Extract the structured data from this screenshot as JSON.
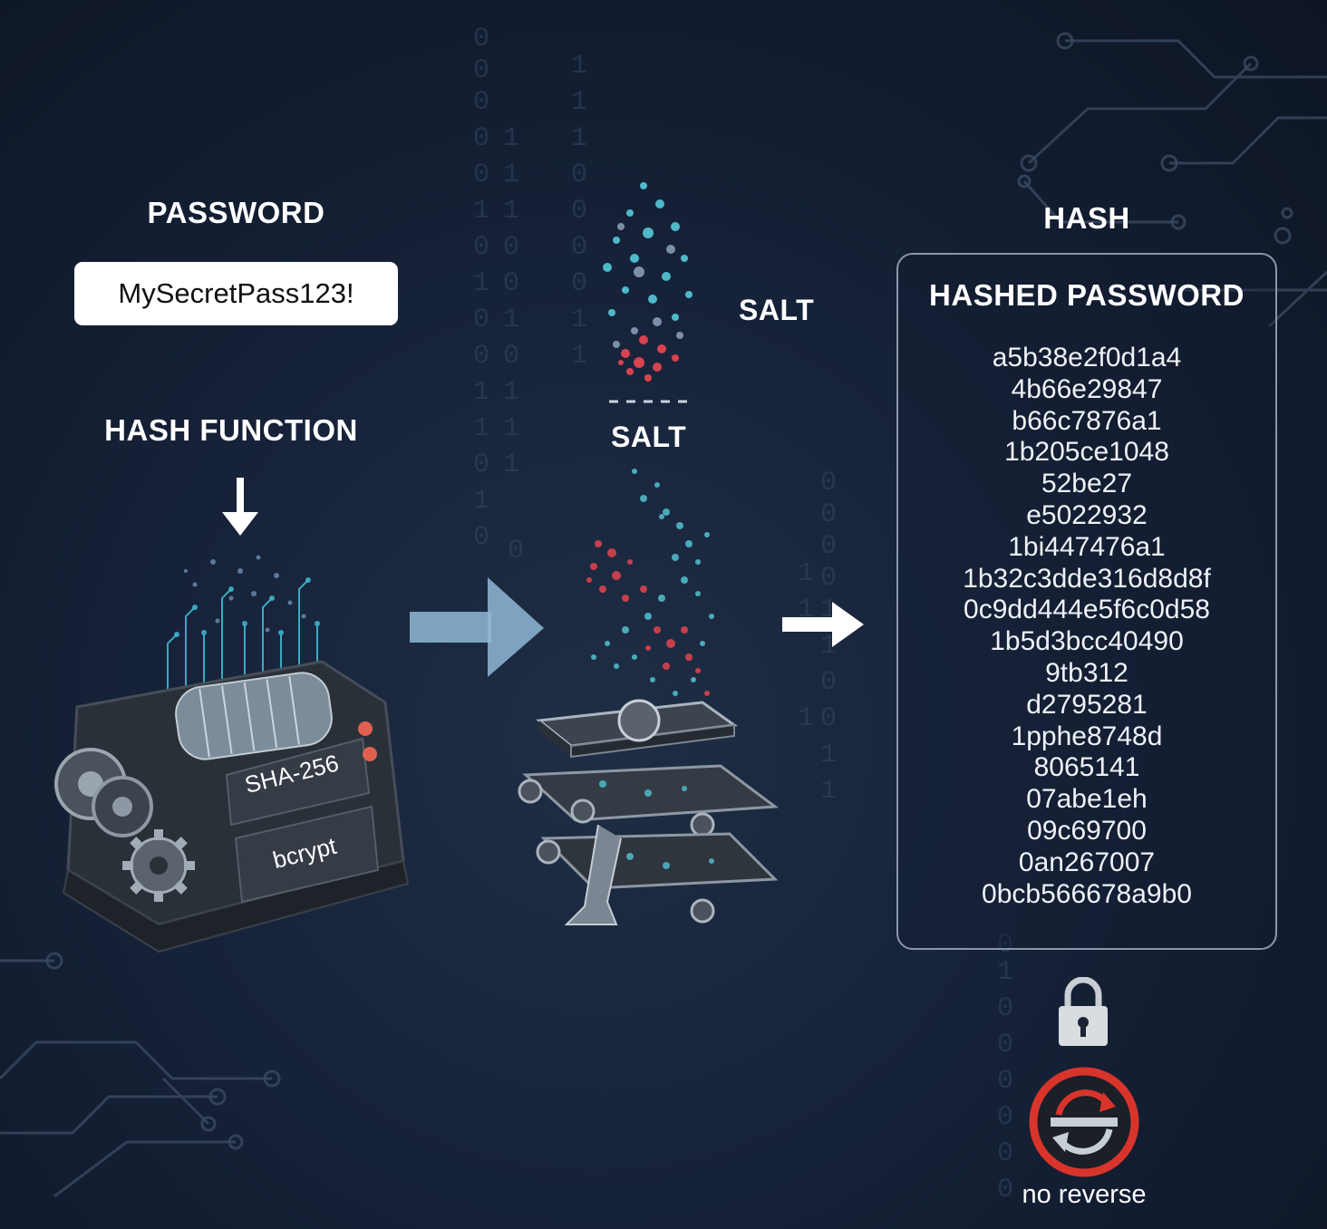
{
  "password": {
    "heading": "PASSWORD",
    "value": "MySecretPass123!"
  },
  "hash_function": {
    "heading": "HASH FUNCTION",
    "algorithms": [
      "SHA-256",
      "bcrypt"
    ]
  },
  "salt": {
    "label_top": "SALT",
    "label_middle": "SALT"
  },
  "hash": {
    "heading": "HASH",
    "panel_title": "HASHED PASSWORD",
    "lines": [
      "a5b38e2f0d1a4",
      "4b66e29847",
      "b66c7876a1",
      "1b205ce1048",
      "52be27",
      "e5022932",
      "1bi447476a1",
      "1b32c3dde316d8d8f",
      "0c9dd444e5f6c0d58",
      "1b5d3bcc40490",
      "9tb312",
      "d2795281",
      "1pphe8748d",
      "8065141",
      "07abe1eh",
      "09c69700",
      "0an267007",
      "0bcb566678a9b0"
    ]
  },
  "no_reverse": {
    "label": "no reverse"
  },
  "colors": {
    "background": "#17233a",
    "accent_cyan": "#3fb8d0",
    "accent_red": "#d9424e",
    "arrow_blue": "#8fb8d6",
    "panel_border": "#8a97aa"
  },
  "icons": [
    "down-arrow-icon",
    "right-arrow-icon",
    "lock-icon",
    "no-reverse-icon",
    "gear-icon"
  ]
}
